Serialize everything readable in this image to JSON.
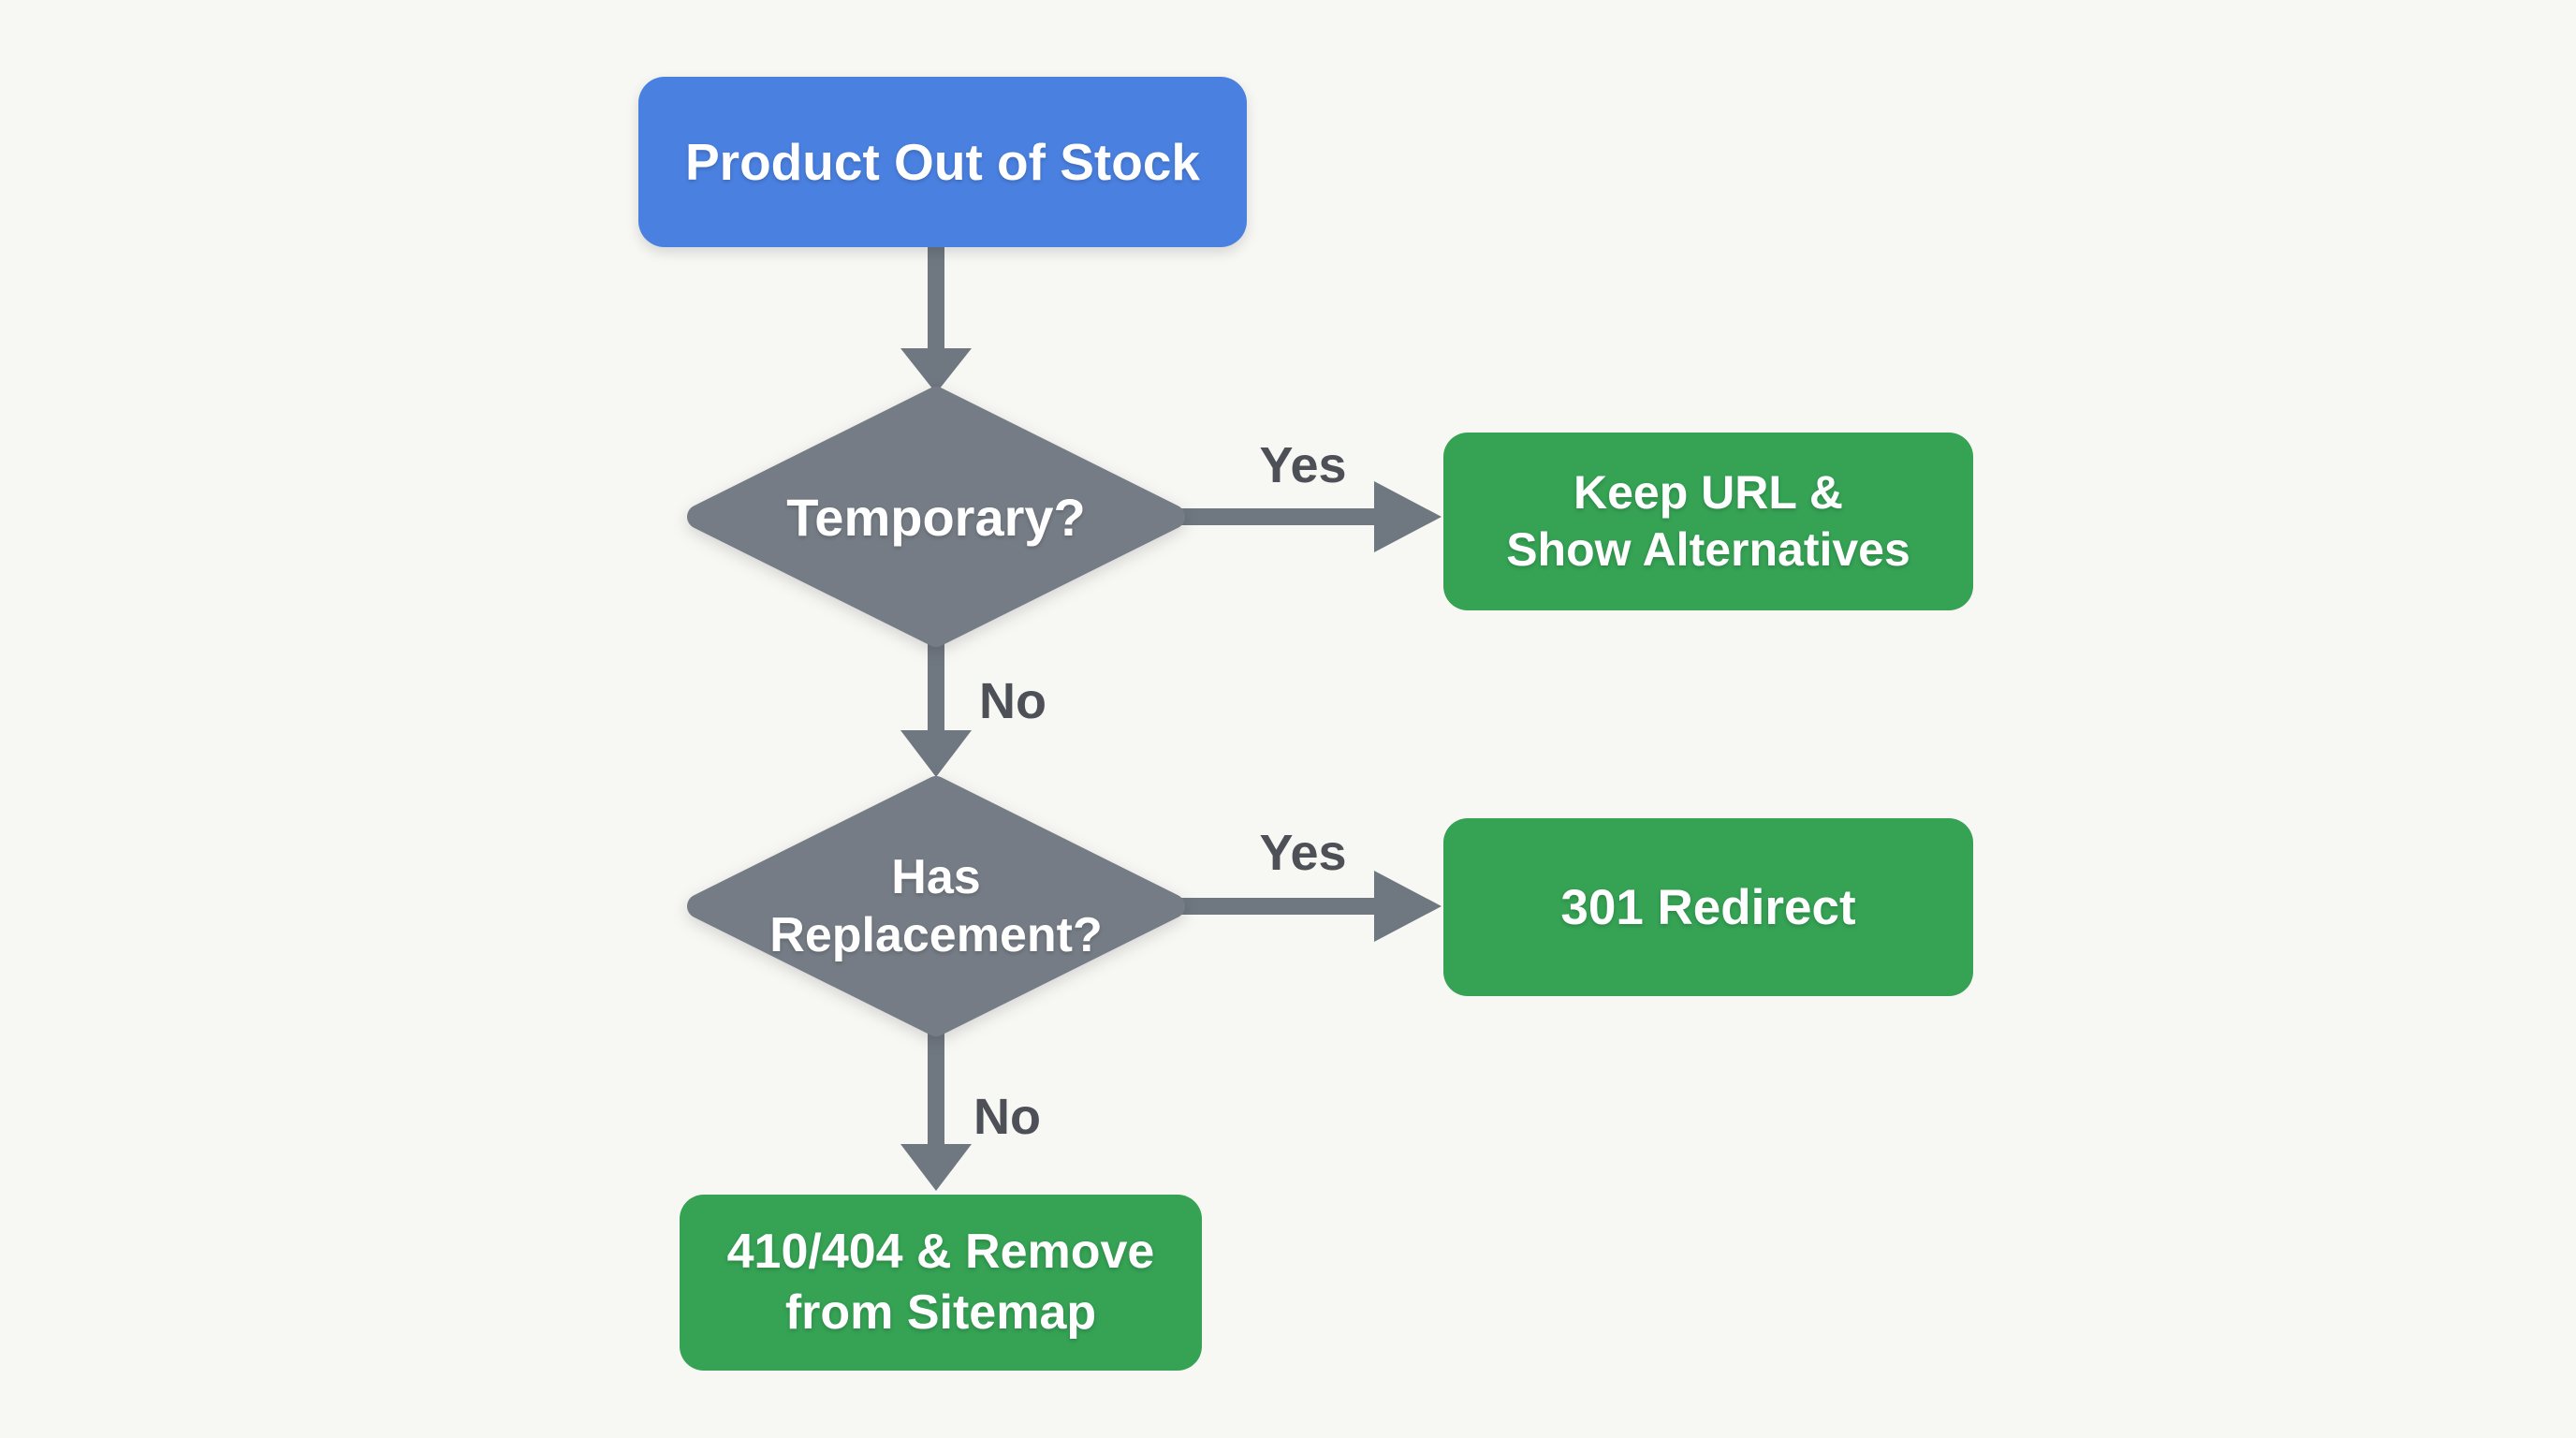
{
  "page": {
    "background": "#f7f7f4",
    "description": "Product Out of Stock decision flowchart"
  },
  "colors": {
    "page_bg": "#f7f7f4",
    "start_fill": "#4a80e0",
    "decision_fill": "#757c85",
    "action_fill": "#35a254",
    "arrow": "#6f7780",
    "edge_label": "#4d5157",
    "node_text": "#ffffff"
  },
  "nodes": {
    "start": {
      "label": "Product Out of Stock"
    },
    "decision_temporary": {
      "label": "Temporary?"
    },
    "action_keep_url": {
      "line1": "Keep URL &",
      "line2": "Show Alternatives"
    },
    "decision_replacement": {
      "line1": "Has",
      "line2": "Replacement?"
    },
    "action_redirect": {
      "label": "301 Redirect"
    },
    "action_remove": {
      "line1": "410/404 & Remove",
      "line2": "from Sitemap"
    }
  },
  "edge_labels": {
    "temporary_yes": "Yes",
    "temporary_no": "No",
    "replacement_yes": "Yes",
    "replacement_no": "No"
  }
}
